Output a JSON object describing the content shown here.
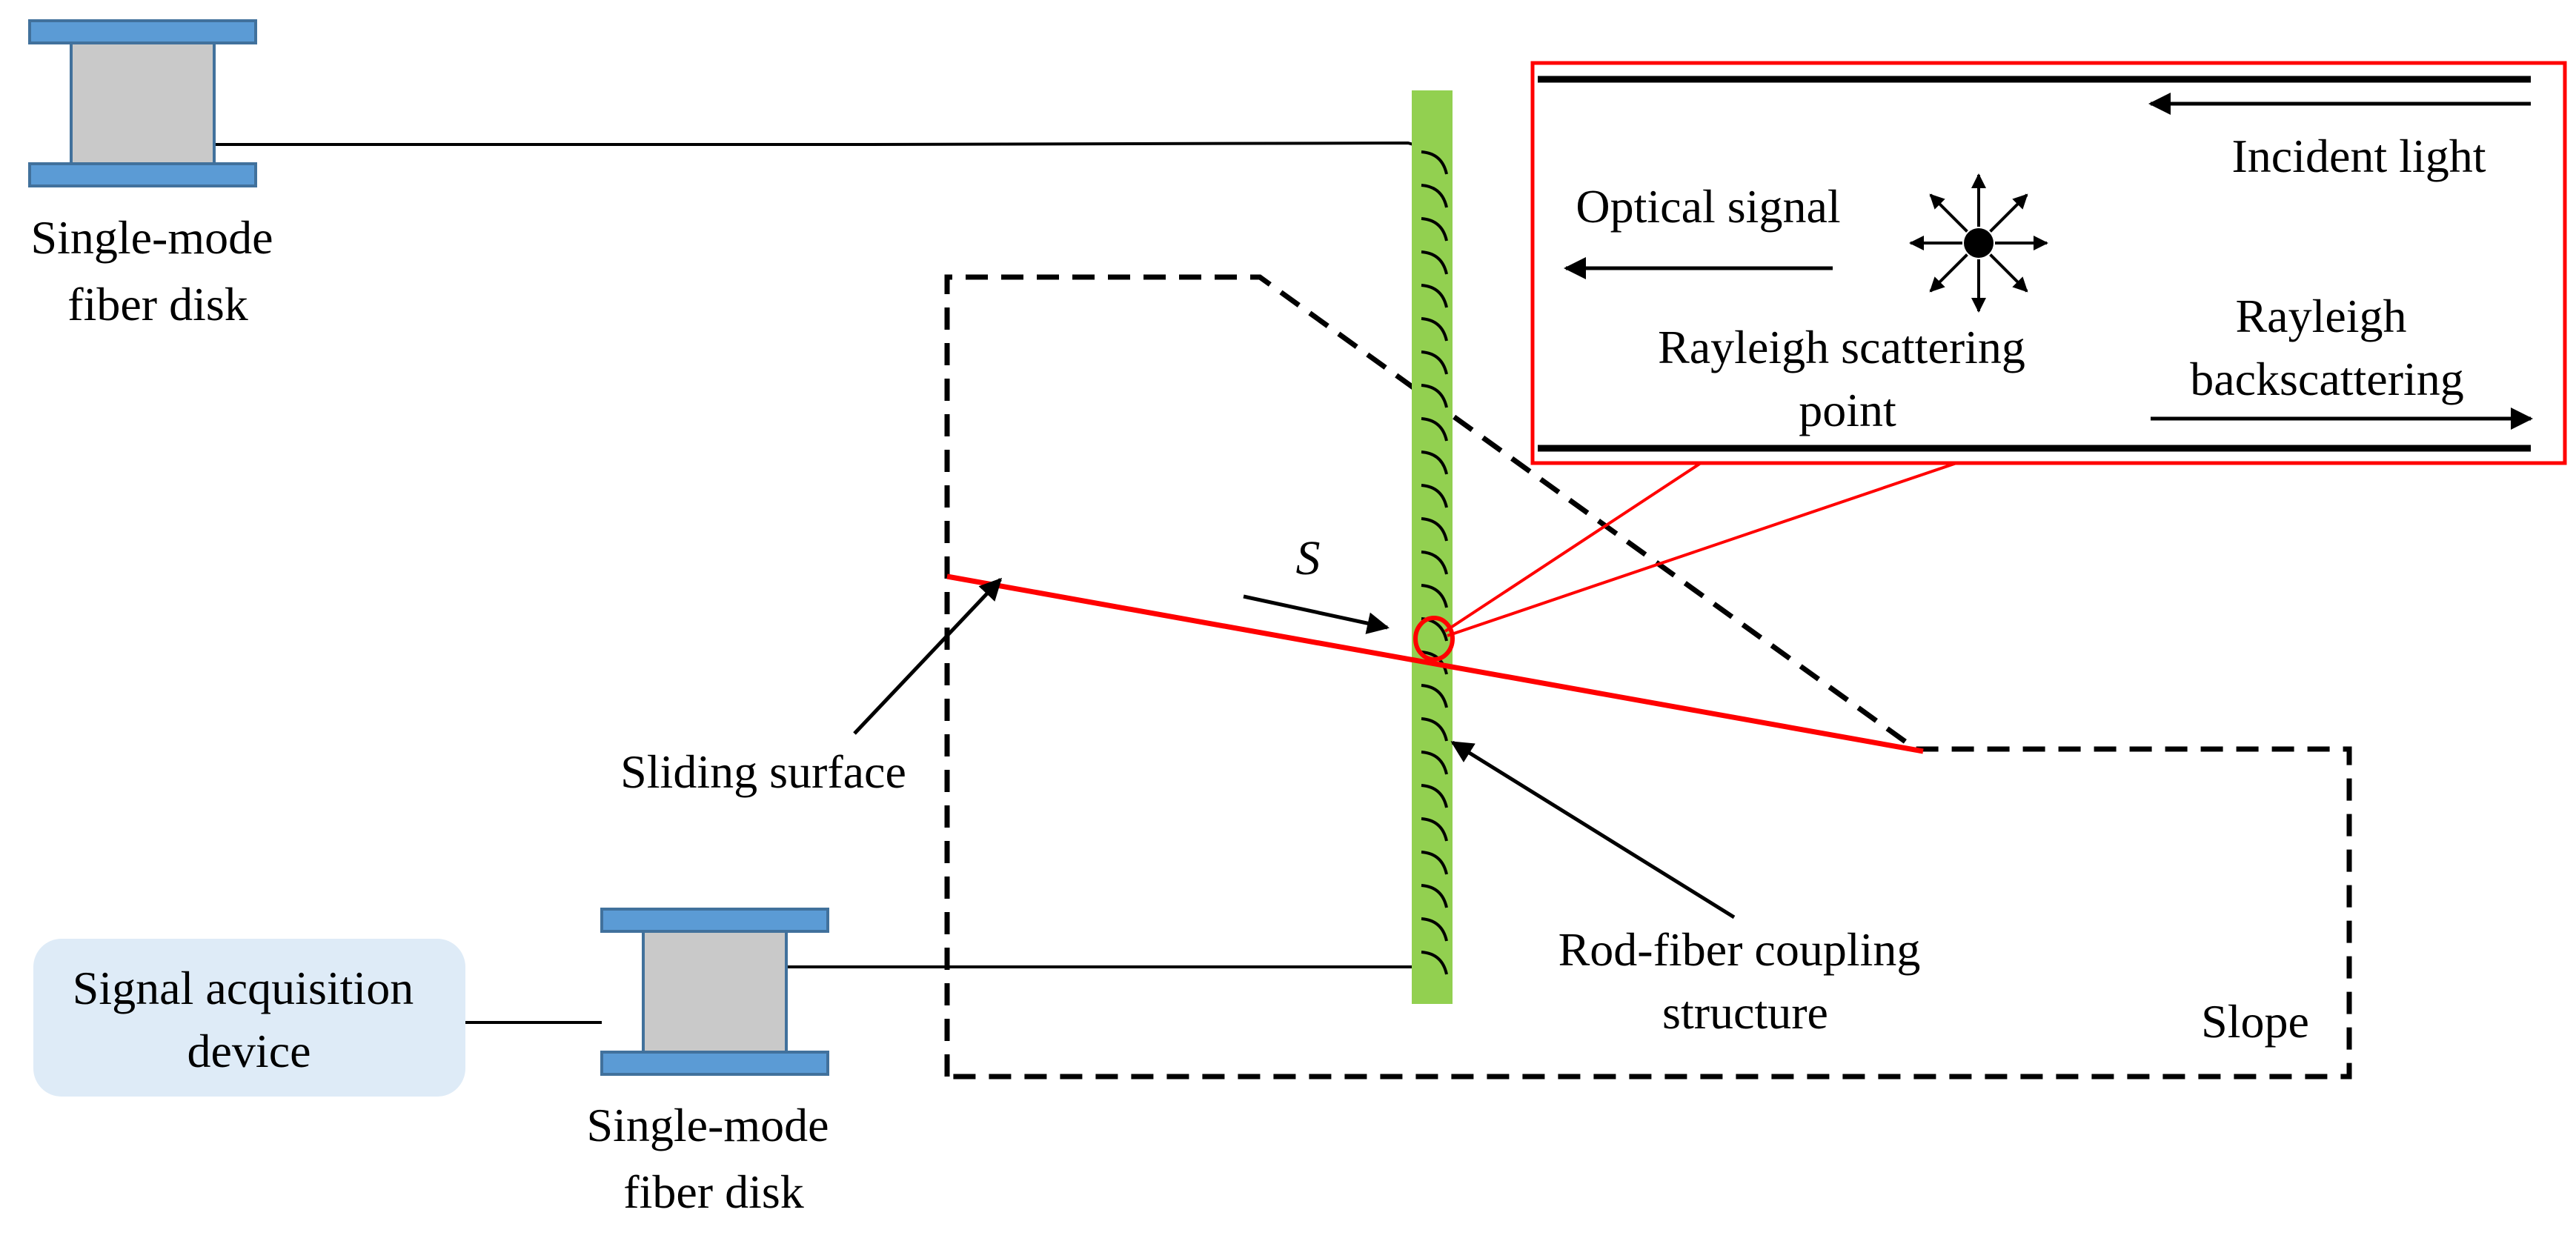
{
  "labels": {
    "top_disk": [
      "Single-mode",
      "fiber disk"
    ],
    "bottom_disk": [
      "Single-mode",
      "fiber disk"
    ],
    "signal_device": [
      "Signal acquisition",
      "device"
    ],
    "sliding_surface": "Sliding surface",
    "displacement": "S",
    "coupling": [
      "Rod-fiber coupling",
      "structure"
    ],
    "slope": "Slope",
    "incident_light": "Incident light",
    "optical_signal": "Optical signal",
    "scatter_point": [
      "Rayleigh scattering",
      "point"
    ],
    "backscatter": [
      "Rayleigh",
      "backscattering"
    ]
  },
  "colors": {
    "disk_flange": "#5b9bd5",
    "disk_flange_edge": "#41719c",
    "disk_core": "#c9c9c9",
    "rod": "#92d050",
    "device_box": "#deebf7",
    "highlight": "#ff0000",
    "line": "#000000"
  }
}
